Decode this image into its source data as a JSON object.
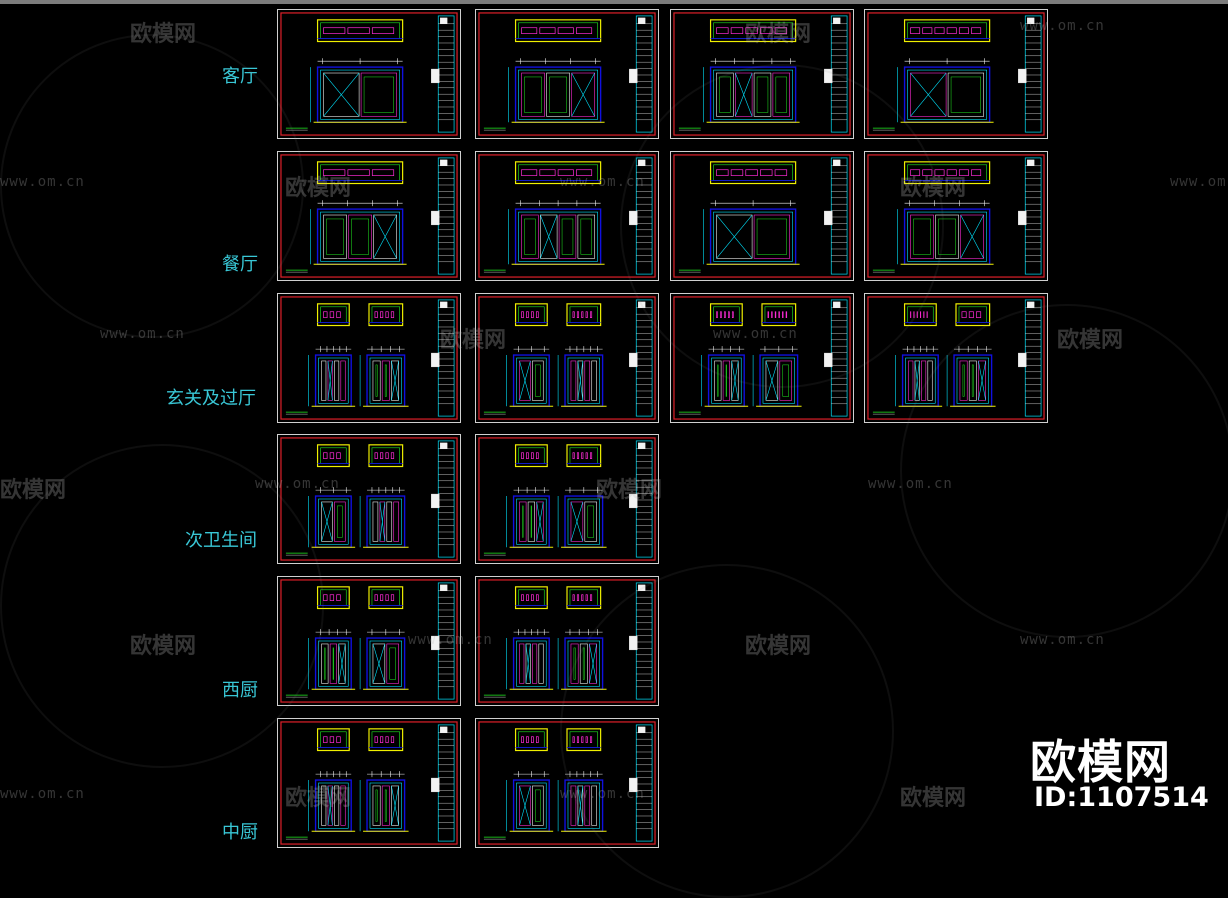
{
  "rows": [
    {
      "label": "客厅",
      "sheets": 4
    },
    {
      "label": "餐厅",
      "sheets": 4
    },
    {
      "label": "玄关及过厅",
      "sheets": 4
    },
    {
      "label": "次卫生间",
      "sheets": 2
    },
    {
      "label": "西厨",
      "sheets": 2
    },
    {
      "label": "中厨",
      "sheets": 2
    }
  ],
  "watermark": {
    "logo_text": "欧模网",
    "url_text": "www.om.cn"
  },
  "brand": {
    "name": "欧模网",
    "id": "ID:1107514"
  },
  "colors": {
    "frame": "#e0202a",
    "line": "#1010e0",
    "accent": "#00e5ff",
    "detail": "#ff2bd6",
    "fill": "#f0f000",
    "green": "#22ee22",
    "white": "#f2f2f2"
  }
}
